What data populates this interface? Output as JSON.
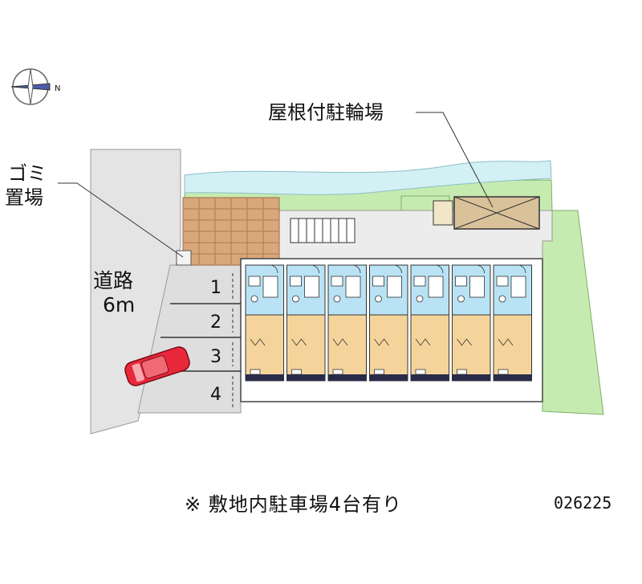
{
  "labels": {
    "bike_parking": "屋根付駐輪場",
    "garbage_line1": "ゴミ",
    "garbage_line2": "置場",
    "road_line1": "道路",
    "road_line2": "6m",
    "compass_north": "N"
  },
  "parking": {
    "spaces": [
      "1",
      "2",
      "3",
      "4"
    ]
  },
  "units_count": 7,
  "footnote": "※ 敷地内駐車場4台有り",
  "property_code": "026225",
  "colors": {
    "road": "#e2e2e2",
    "green": "#c9ecb5",
    "water": "#cfeef2",
    "room_blue": "#b9e3f5",
    "room_tan": "#f5d49b",
    "car": "#e8283a",
    "building_dark": "#2a2a4a"
  }
}
